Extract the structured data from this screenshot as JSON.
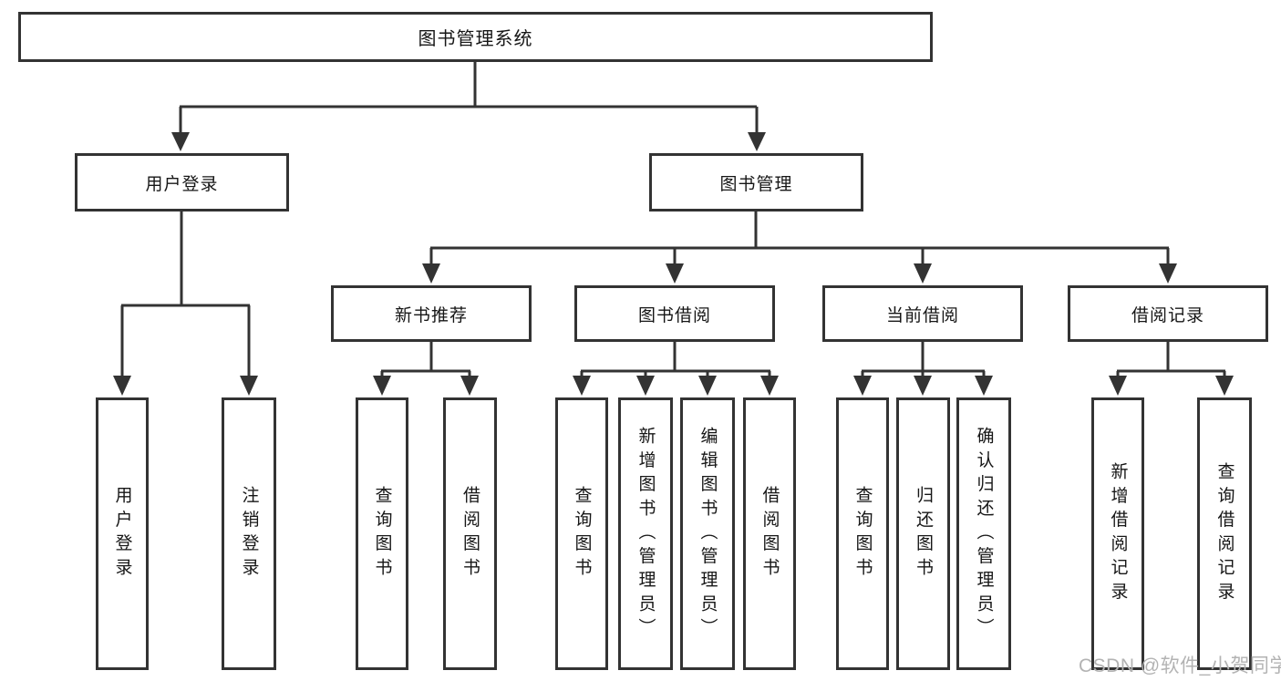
{
  "tree": {
    "root": {
      "label": "图书管理系统"
    },
    "branches": [
      {
        "label": "用户登录",
        "children": [
          {
            "label": "用户登录"
          },
          {
            "label": "注销登录"
          }
        ]
      },
      {
        "label": "图书管理",
        "children": [
          {
            "label": "新书推荐",
            "children": [
              {
                "label": "查询图书"
              },
              {
                "label": "借阅图书"
              }
            ]
          },
          {
            "label": "图书借阅",
            "children": [
              {
                "label": "查询图书"
              },
              {
                "label": "新增图书（管理员）"
              },
              {
                "label": "编辑图书（管理员）"
              },
              {
                "label": "借阅图书"
              }
            ]
          },
          {
            "label": "当前借阅",
            "children": [
              {
                "label": "查询图书"
              },
              {
                "label": "归还图书"
              },
              {
                "label": "确认归还（管理员）"
              }
            ]
          },
          {
            "label": "借阅记录",
            "children": [
              {
                "label": "新增借阅记录"
              },
              {
                "label": "查询借阅记录"
              }
            ]
          }
        ]
      }
    ]
  },
  "watermark": {
    "text": "CSDN @软件_小贺同学"
  },
  "colors": {
    "line": "#333333",
    "text": "#161616",
    "background": "#ffffff",
    "watermark": "#b3b3b3"
  }
}
